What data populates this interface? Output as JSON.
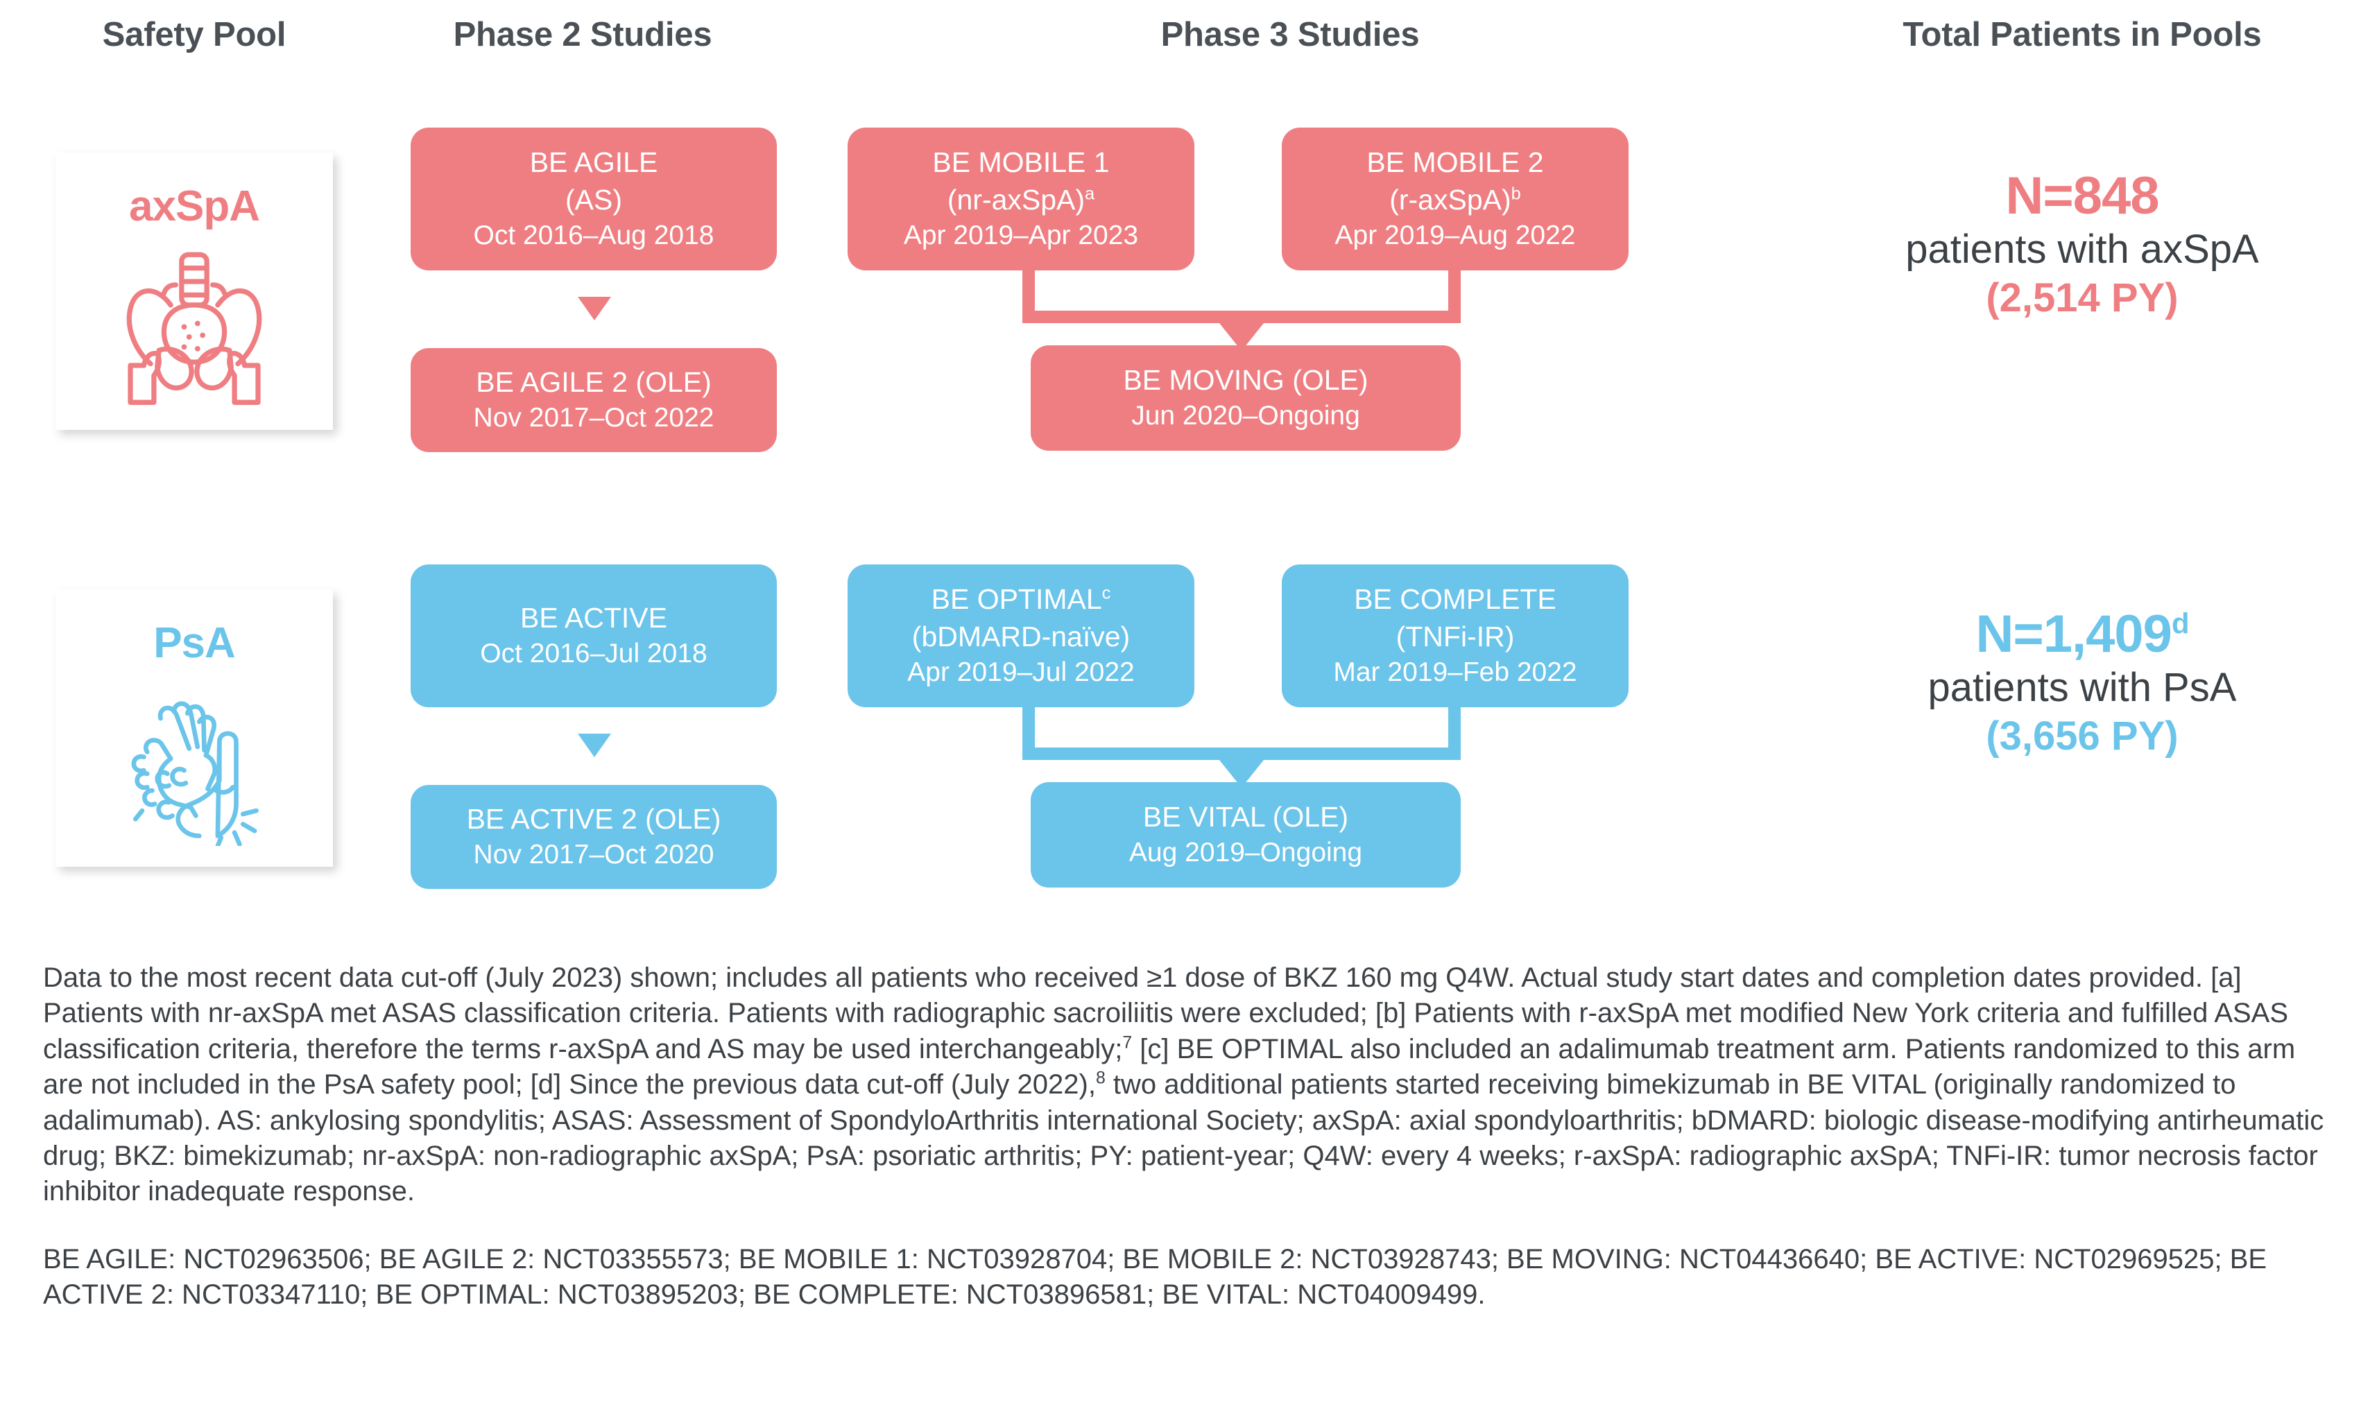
{
  "headers": {
    "safety_pool": "Safety Pool",
    "phase2": "Phase 2 Studies",
    "phase3": "Phase 3 Studies",
    "total": "Total Patients in Pools"
  },
  "colors": {
    "axspa": "#EF7E82",
    "psa": "#6BC4EA",
    "header_text": "#4a5055",
    "body_text": "#3c4146",
    "background": "#ffffff"
  },
  "rows": [
    {
      "key": "axspa",
      "pool_label": "axSpA",
      "pool_icon": "pelvis-icon",
      "phase2": {
        "top": {
          "title": "BE AGILE",
          "sub": "(AS)",
          "dates": "Oct 2016–Aug 2018"
        },
        "bottom": {
          "title": "BE AGILE 2 (OLE)",
          "sub": "",
          "dates": "Nov 2017–Oct 2022"
        }
      },
      "phase3": {
        "left": {
          "title": "BE MOBILE 1",
          "sub": "(nr-axSpA)",
          "sub_sup": "a",
          "dates": "Apr 2019–Apr 2023"
        },
        "right": {
          "title": "BE MOBILE 2",
          "sub": "(r-axSpA)",
          "sub_sup": "b",
          "dates": "Apr 2019–Aug 2022"
        },
        "ole": {
          "title": "BE MOVING (OLE)",
          "sub": "",
          "dates": "Jun 2020–Ongoing"
        }
      },
      "total": {
        "n": "N=848",
        "n_sup": "",
        "label": "patients with axSpA",
        "py": "(2,514 PY)"
      }
    },
    {
      "key": "psa",
      "pool_label": "PsA",
      "pool_icon": "hand-foot-icon",
      "phase2": {
        "top": {
          "title": "BE ACTIVE",
          "sub": "",
          "dates": "Oct 2016–Jul 2018"
        },
        "bottom": {
          "title": "BE ACTIVE 2 (OLE)",
          "sub": "",
          "dates": "Nov 2017–Oct 2020"
        }
      },
      "phase3": {
        "left": {
          "title": "BE OPTIMAL",
          "title_sup": "c",
          "sub": "(bDMARD-naïve)",
          "sub_sup": "",
          "dates": "Apr 2019–Jul 2022"
        },
        "right": {
          "title": "BE COMPLETE",
          "sub": "(TNFi-IR)",
          "sub_sup": "",
          "dates": "Mar 2019–Feb 2022"
        },
        "ole": {
          "title": "BE VITAL (OLE)",
          "sub": "",
          "dates": "Aug 2019–Ongoing"
        }
      },
      "total": {
        "n": "N=1,409",
        "n_sup": "d",
        "label": "patients with PsA",
        "py": "(3,656 PY)"
      }
    }
  ],
  "footnotes": {
    "main_part1": "Data to the most recent data cut-off (July 2023) shown; includes all patients who received ≥1 dose of BKZ 160 mg Q4W. Actual study start dates and completion dates provided. [a] Patients with nr-axSpA met ASAS classification criteria. Patients with radiographic sacroiliitis were excluded; [b] Patients with r-axSpA met modified New York criteria and fulfilled ASAS classification criteria, therefore the terms r-axSpA and AS may be used interchangeably;",
    "ref1": "7",
    "main_part2": " [c] BE OPTIMAL also included an adalimumab treatment arm. Patients randomized to this arm are not included in the PsA safety pool; [d] Since the previous data cut-off (July 2022),",
    "ref2": "8",
    "main_part3": " two additional patients started receiving bimekizumab in BE VITAL (originally randomized to adalimumab). AS: ankylosing spondylitis; ASAS: Assessment of SpondyloArthritis international Society; axSpA: axial spondyloarthritis; bDMARD: biologic disease-modifying antirheumatic drug; BKZ: bimekizumab; nr-axSpA: non-radiographic axSpA; PsA: psoriatic arthritis; PY: patient-year; Q4W: every 4 weeks; r-axSpA: radiographic axSpA; TNFi-IR: tumor necrosis factor inhibitor inadequate response.",
    "nct": "BE AGILE: NCT02963506; BE AGILE 2: NCT03355573; BE MOBILE 1: NCT03928704; BE MOBILE 2: NCT03928743; BE MOVING: NCT04436640; BE ACTIVE: NCT02969525; BE ACTIVE 2: NCT03347110; BE OPTIMAL: NCT03895203; BE COMPLETE: NCT03896581; BE VITAL: NCT04009499."
  }
}
